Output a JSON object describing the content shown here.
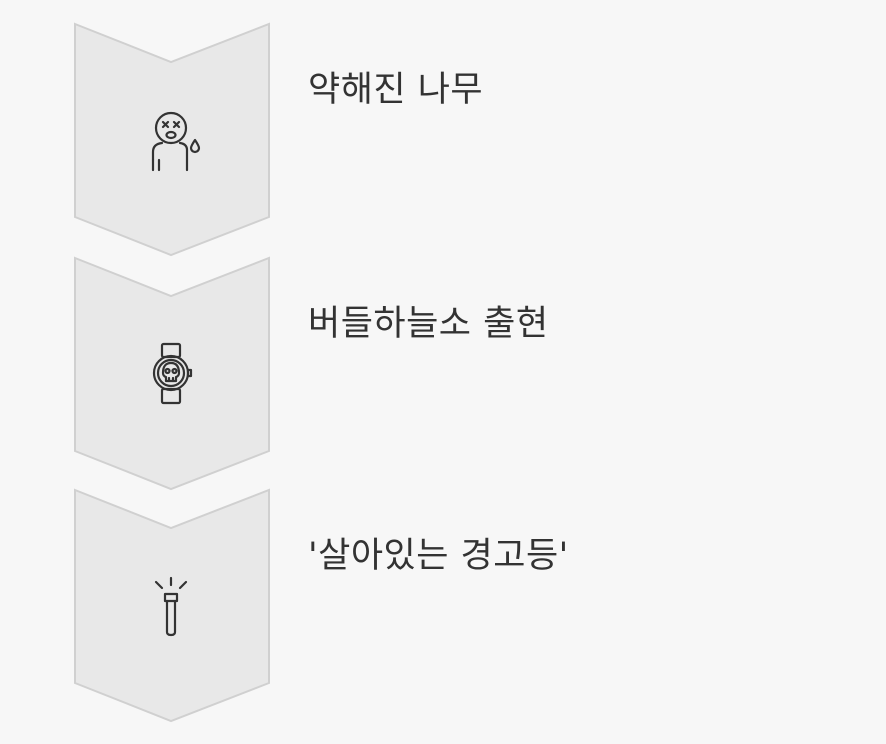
{
  "colors": {
    "background": "#f7f7f7",
    "chevron_fill": "#e8e8e8",
    "chevron_stroke": "#d0d0d0",
    "icon_stroke": "#333333",
    "text": "#333333"
  },
  "steps": [
    {
      "label": "약해진 나무",
      "icon": "sick-person-icon"
    },
    {
      "label": "버들하늘소 출현",
      "icon": "skull-watch-icon"
    },
    {
      "label": "'살아있는 경고등'",
      "icon": "flashlight-icon"
    }
  ]
}
